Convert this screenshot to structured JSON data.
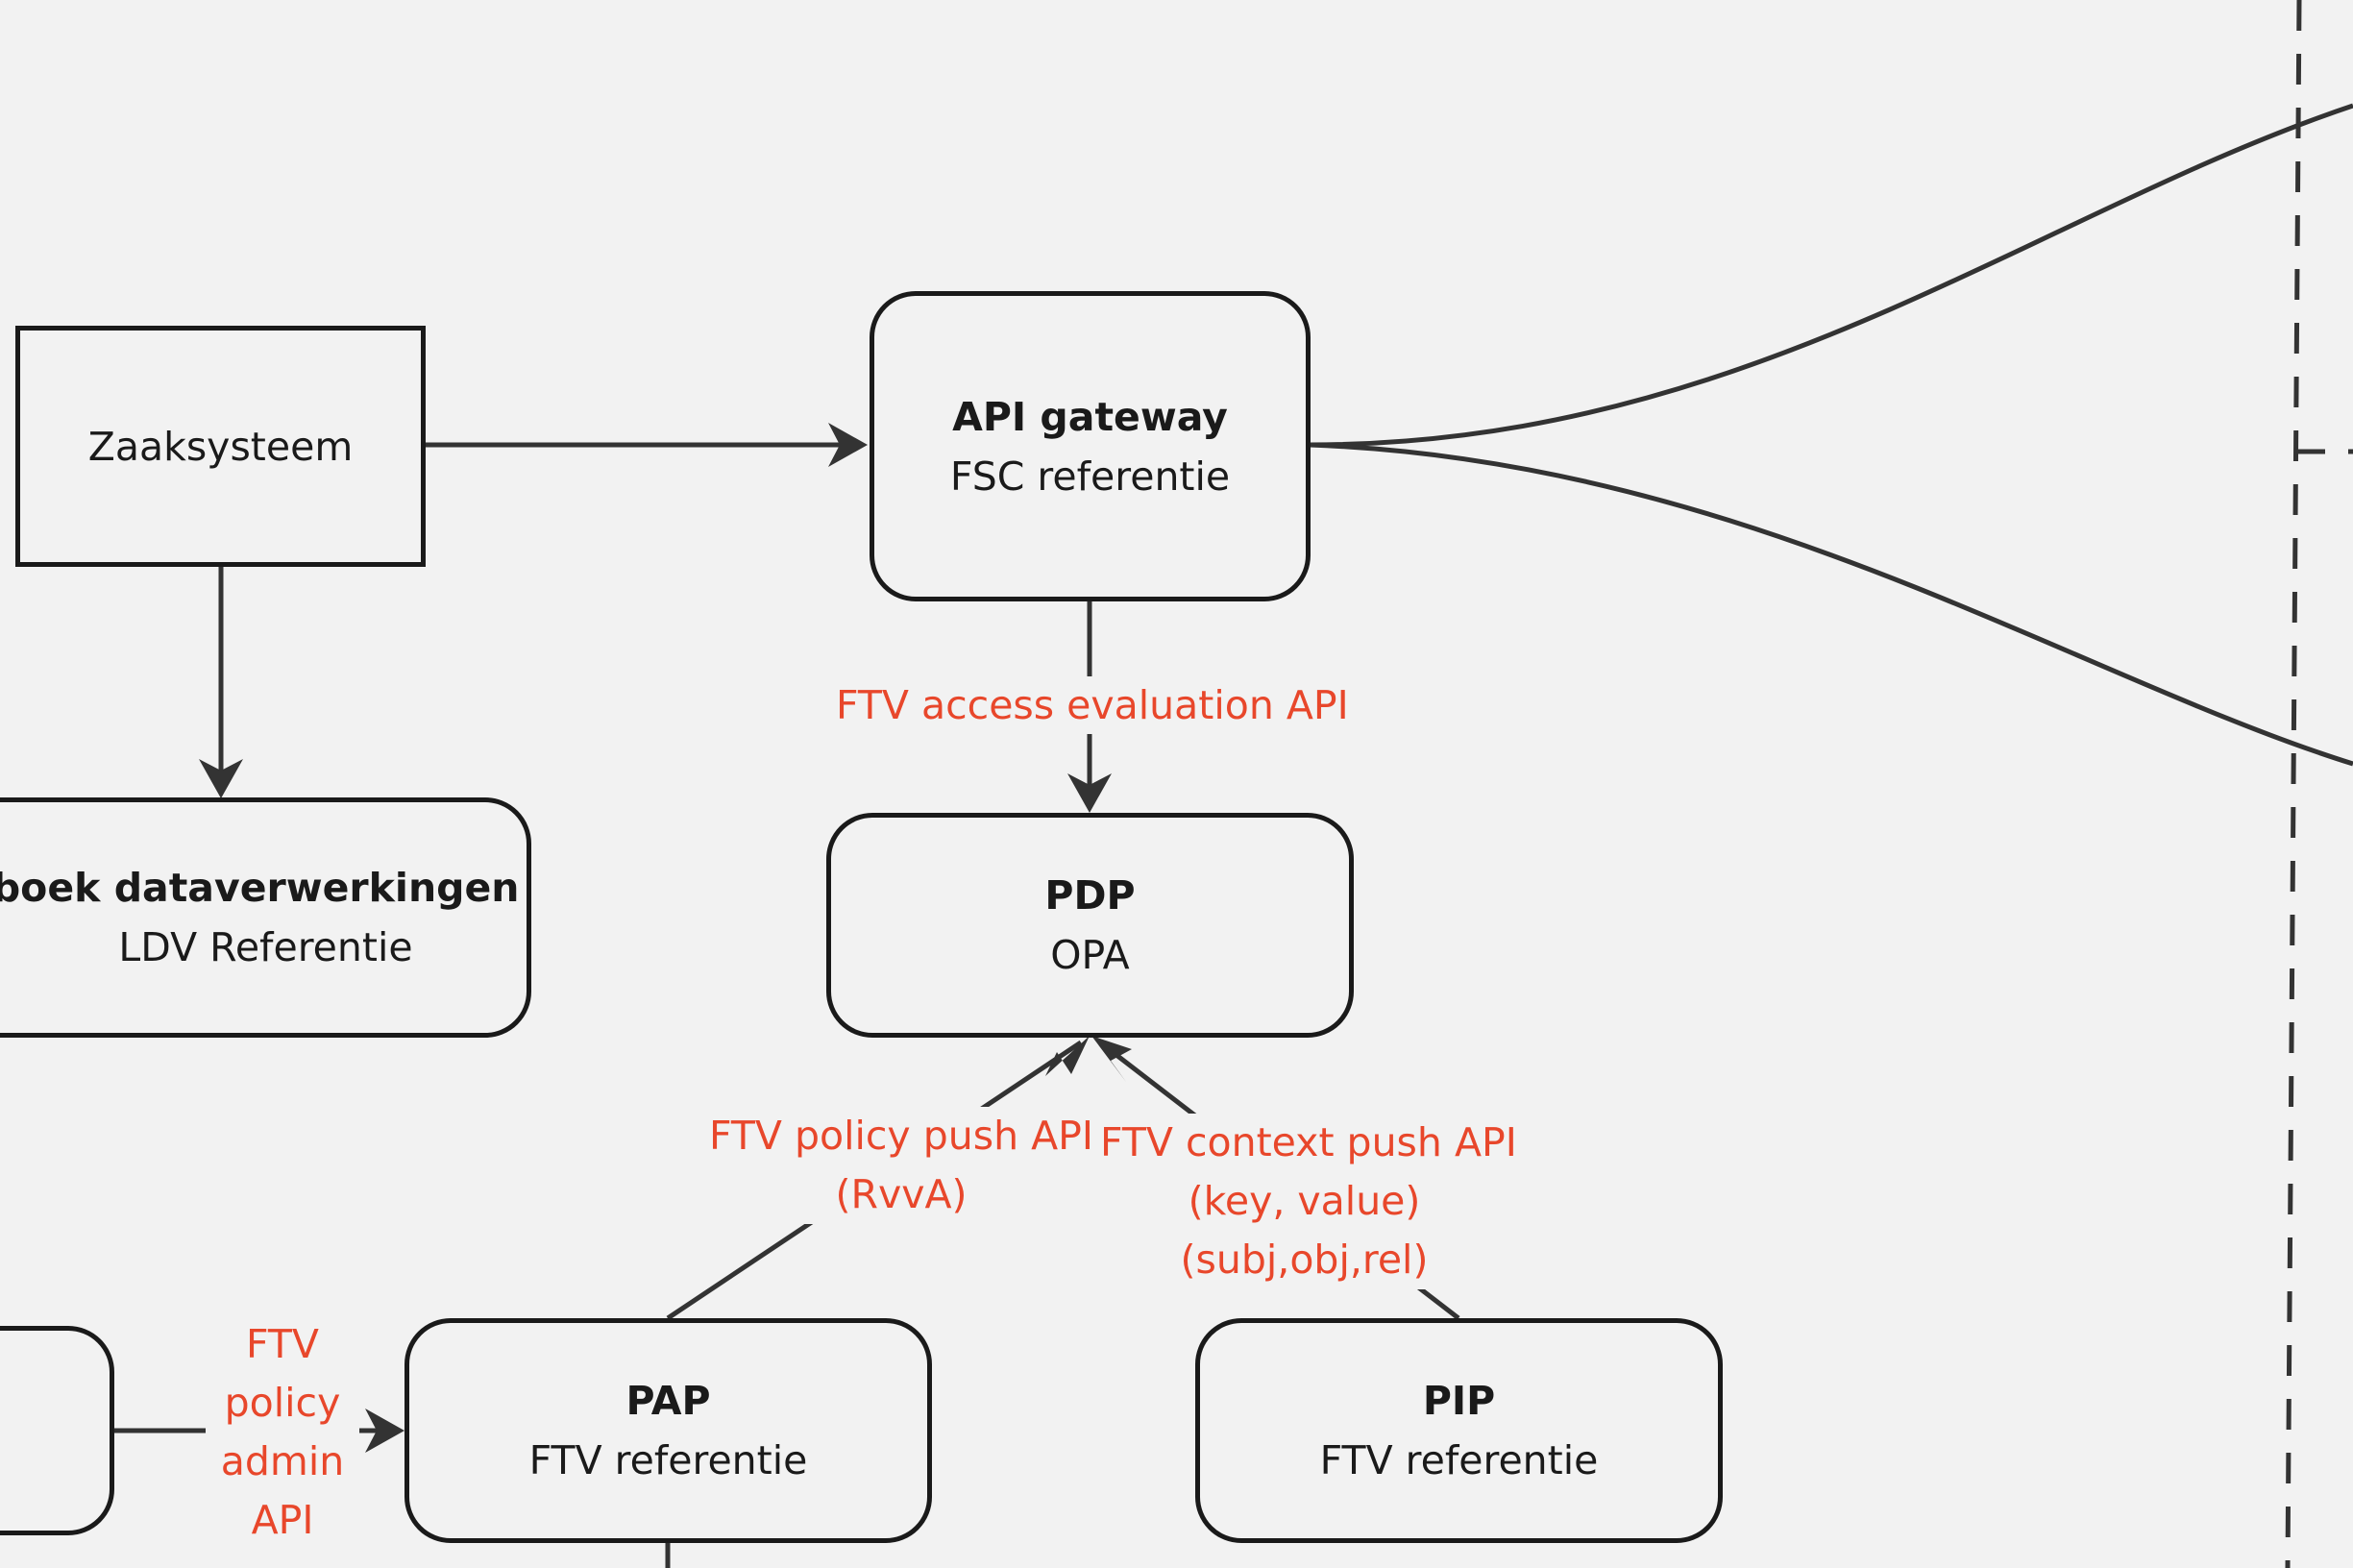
{
  "nodes": {
    "zaaksysteem": {
      "title": "Zaaksysteem"
    },
    "api_gateway": {
      "title": "API gateway",
      "subtitle": "FSC referentie"
    },
    "logboek": {
      "title": "gboek dataverwerkingen",
      "subtitle": "LDV Referentie"
    },
    "pdp": {
      "title": "PDP",
      "subtitle": "OPA"
    },
    "pap": {
      "title": "PAP",
      "subtitle": "FTV referentie"
    },
    "pip": {
      "title": "PIP",
      "subtitle": "FTV referentie"
    }
  },
  "edge_labels": {
    "access_evaluation": "FTV access evaluation API",
    "policy_push": [
      "FTV policy push API",
      "(RvvA)"
    ],
    "context_push": [
      "FTV context push API",
      "(key, value)",
      "(subj,obj,rel)"
    ],
    "policy_admin": [
      "FTV",
      "policy",
      "admin",
      "API"
    ]
  },
  "colors": {
    "background": "#f2f2f2",
    "stroke": "#1a1a1a",
    "label": "#e8472b"
  }
}
